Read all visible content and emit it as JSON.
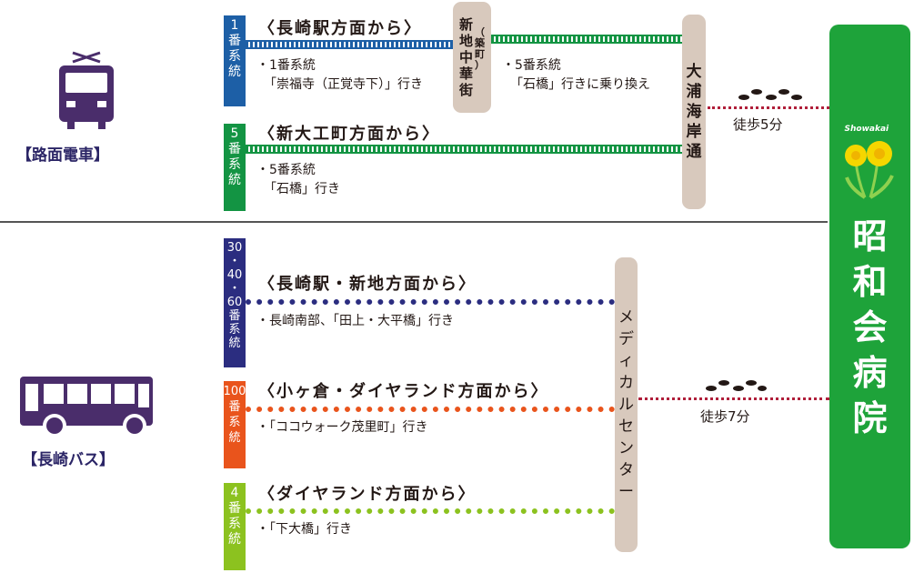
{
  "tram": {
    "label": "【路面電車】",
    "routes": [
      {
        "badge": [
          "1",
          "番",
          "系",
          "統"
        ],
        "heading": "〈長崎駅方面から〉",
        "note1": "・1番系統",
        "note2": "「崇福寺（正覚寺下）」行き",
        "color": "#1d5fa6"
      },
      {
        "badge": [
          "5",
          "番",
          "系",
          "統"
        ],
        "heading": "〈新大工町方面から〉",
        "note1": "・5番系統",
        "note2": "「石橋」行き",
        "color": "#139443"
      }
    ],
    "transfer_stop": [
      "新",
      "地",
      "中",
      "華",
      "街"
    ],
    "transfer_stop_sub": [
      "（",
      "築",
      "町",
      "）"
    ],
    "transfer_note1": "・5番系統",
    "transfer_note2": "「石橋」行きに乗り換え",
    "dest_stop": [
      "大",
      "浦",
      "海",
      "岸",
      "通"
    ],
    "walk": "徒歩5分"
  },
  "bus": {
    "label": "【長崎バス】",
    "routes": [
      {
        "badge": [
          "30",
          "・",
          "40",
          "・",
          "60",
          "番",
          "系",
          "統"
        ],
        "heading": "〈長崎駅・新地方面から〉",
        "note1": "・長崎南部、「田上・大平橋」行き",
        "color": "#2b2d80"
      },
      {
        "badge": [
          "100",
          "番",
          "系",
          "統"
        ],
        "heading": "〈小ヶ倉・ダイヤランド方面から〉",
        "note1": "・「ココウォーク茂里町」行き",
        "color": "#e9541c"
      },
      {
        "badge": [
          "4",
          "番",
          "系",
          "統"
        ],
        "heading": "〈ダイヤランド方面から〉",
        "note1": "・「下大橋」行き",
        "color": "#8cc21f"
      }
    ],
    "dest_stop": [
      "メ",
      "デ",
      "ィ",
      "カ",
      "ル",
      "セ",
      "ン",
      "タ",
      "ー"
    ],
    "walk": "徒歩7分"
  },
  "hospital": {
    "logo_text": "Showakai",
    "name": [
      "昭",
      "和",
      "会",
      "病",
      "院"
    ]
  },
  "colors": {
    "tram_icon": "#4a2d6b",
    "bus_icon": "#4a2d6b",
    "stop_bg": "#d8c9bd",
    "walk_line": "#b01f3a",
    "hospital": "#1ea33a"
  }
}
